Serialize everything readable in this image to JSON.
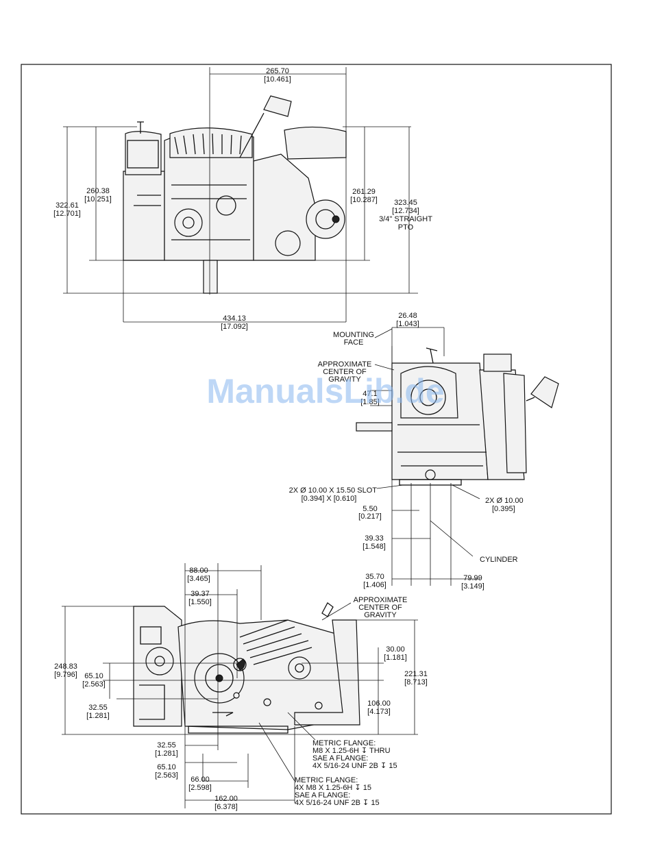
{
  "watermark": "ManualsLib.de",
  "top_view": {
    "dims": {
      "width_top": [
        "265.70",
        "[10.461]"
      ],
      "height_left_inner": [
        "260.38",
        "[10.251]"
      ],
      "height_left_outer": [
        "322.61",
        "[12.701]"
      ],
      "height_right_inner": [
        "261.29",
        "[10.287]"
      ],
      "height_right_outer": [
        "323.45",
        "[12.734]",
        "3/4\" STRAIGHT",
        "PTO"
      ],
      "width_bottom": [
        "434.13",
        "[17.092]"
      ]
    }
  },
  "side_view": {
    "dims": {
      "mounting_offset": [
        "26.48",
        "[1.043]"
      ],
      "cg_height": [
        "47.1",
        "[1.85]"
      ],
      "off_5": [
        "5.50",
        "[0.217]"
      ],
      "off_39": [
        "39.33",
        "[1.548]"
      ],
      "off_35": [
        "35.70",
        "[1.406]"
      ],
      "off_79": [
        "79.99",
        "[3.149]"
      ]
    },
    "labels": {
      "mounting_face": [
        "MOUNTING",
        "FACE"
      ],
      "approx_cg": [
        "APPROXIMATE",
        "CENTER OF",
        "GRAVITY"
      ],
      "slot": [
        "2X Ø 10.00 X 15.50 SLOT",
        "[0.394] X [0.610]"
      ],
      "hole": [
        "2X Ø 10.00",
        "[0.395]"
      ],
      "cylinder": "CYLINDER"
    }
  },
  "front_view": {
    "dims": {
      "top_88": [
        "88.00",
        "[3.465]"
      ],
      "top_39": [
        "39.37",
        "[1.550]"
      ],
      "left_248": [
        "248.83",
        "[9.796]"
      ],
      "left_65": [
        "65.10",
        "[2.563]"
      ],
      "left_32": [
        "32.55",
        "[1.281]"
      ],
      "right_30": [
        "30.00",
        "[1.181]"
      ],
      "right_221": [
        "221.31",
        "[8.713]"
      ],
      "right_106": [
        "106.00",
        "[4.173]"
      ],
      "bot_32": [
        "32.55",
        "[1.281]"
      ],
      "bot_65": [
        "65.10",
        "[2.563]"
      ],
      "bot_66": [
        "66.00",
        "[2.598]"
      ],
      "bot_162": [
        "162.00",
        "[6.378]"
      ]
    },
    "labels": {
      "approx_cg": [
        "APPROXIMATE",
        "CENTER OF",
        "GRAVITY"
      ],
      "flange1": [
        "METRIC FLANGE:",
        "M8 X 1.25-6H ↧ THRU",
        "SAE A FLANGE:",
        "4X 5/16-24 UNF 2B ↧ 15"
      ],
      "flange2": [
        "METRIC FLANGE:",
        "4X M8 X 1.25-6H ↧ 15",
        "SAE A FLANGE:",
        "4X 5/16-24 UNF 2B ↧ 15"
      ]
    }
  }
}
